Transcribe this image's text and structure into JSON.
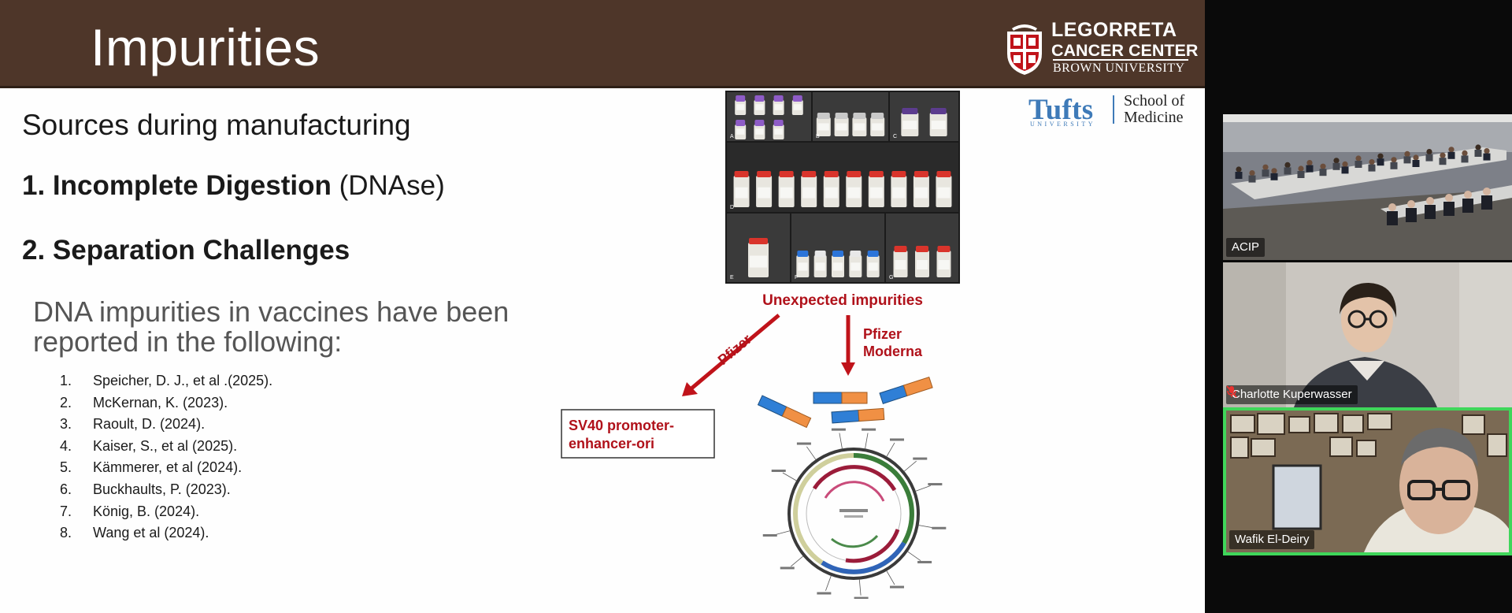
{
  "slide": {
    "title": "Impurities",
    "logos": {
      "legorreta": {
        "line1": "LEGORRETA",
        "line2": "CANCER CENTER",
        "line3": "BROWN UNIVERSITY"
      },
      "tufts": {
        "name": "Tufts",
        "sub": "UNIVERSITY",
        "school_line1": "School of",
        "school_line2": "Medicine"
      }
    },
    "subtitle": "Sources during manufacturing",
    "points": [
      {
        "bold": "1. Incomplete Digestion",
        "normal": " (DNAse)"
      },
      {
        "bold": "2. Separation Challenges"
      }
    ],
    "dna_statement": "DNA impurities in vaccines have been reported in the following:",
    "references": [
      {
        "num": "1.",
        "text": "Speicher, D. J., et al .(2025)."
      },
      {
        "num": "2.",
        "text": "McKernan, K. (2023)."
      },
      {
        "num": "3.",
        "text": "Raoult, D. (2024)."
      },
      {
        "num": "4.",
        "text": "Kaiser, S., et al (2025)."
      },
      {
        "num": "5.",
        "text": "Kämmerer, et al (2024)."
      },
      {
        "num": "6.",
        "text": "Buckhaults, P. (2023)."
      },
      {
        "num": "7.",
        "text": "König, B. (2024)."
      },
      {
        "num": "8.",
        "text": "Wang et al (2024)."
      }
    ],
    "figure": {
      "photo_panel_letters": [
        "A",
        "B",
        "C",
        "D",
        "E",
        "F",
        "G"
      ],
      "caption": "Unexpected impurities",
      "arrow_left_label": "Pfizer",
      "arrow_down_label_1": "Pfizer",
      "arrow_down_label_2": "Moderna",
      "box_line1": "SV40 promoter-",
      "box_line2": "enhancer-ori"
    },
    "colors": {
      "header": "#4e3629",
      "accent_red": "#c0131a",
      "caption_red": "#b0111a",
      "tufts_blue": "#3e7ab8"
    }
  },
  "participants": [
    {
      "name": "ACIP",
      "muted": false,
      "active_speaker": false
    },
    {
      "name": "Charlotte Kuperwasser",
      "muted": true,
      "active_speaker": false
    },
    {
      "name": "Wafik El-Deiry",
      "muted": false,
      "active_speaker": true
    }
  ],
  "colors": {
    "active_speaker_border": "#3fd65a",
    "muted_icon": "#e8322f"
  }
}
